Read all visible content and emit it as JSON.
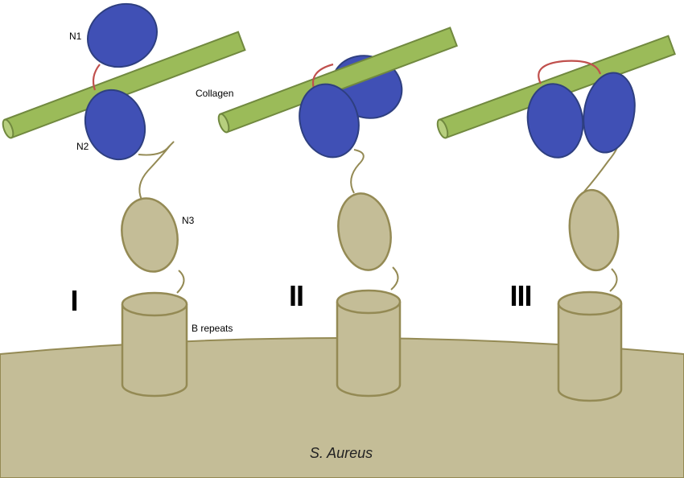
{
  "labels": {
    "n1": "N1",
    "n2": "N2",
    "n3": "N3",
    "collagen": "Collagen",
    "b_repeats": "B repeats",
    "organism": "S. Aureus"
  },
  "stages": [
    "I",
    "II",
    "III"
  ],
  "colors": {
    "domain_blue": "#4050b5",
    "domain_blue_stroke": "#2e3f80",
    "collagen_green": "#9bbb59",
    "collagen_stroke": "#71893f",
    "tan_fill": "#c4bd97",
    "tan_stroke": "#948a54",
    "linker_red": "#c0504d"
  }
}
